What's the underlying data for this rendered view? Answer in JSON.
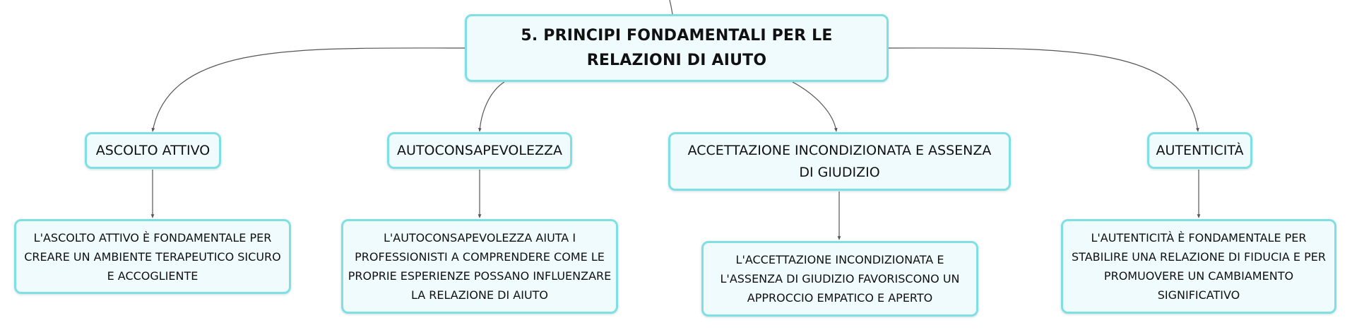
{
  "mindmap": {
    "root": {
      "title": "5. PRINCIPI FONDAMENTALI PER LE RELAZIONI DI AIUTO"
    },
    "branches": [
      {
        "label": "ASCOLTO ATTIVO",
        "detail": "L'ASCOLTO ATTIVO È FONDAMENTALE PER CREARE UN AMBIENTE TERAPEUTICO SICURO E ACCOGLIENTE"
      },
      {
        "label": "AUTOCONSAPEVOLEZZA",
        "detail": "L'AUTOCONSAPEVOLEZZA AIUTA I PROFESSIONISTI A COMPRENDERE COME LE PROPRIE ESPERIENZE POSSANO INFLUENZARE LA RELAZIONE DI AIUTO"
      },
      {
        "label": "ACCETTAZIONE INCONDIZIONATA E ASSENZA DI GIUDIZIO",
        "detail": "L'ACCETTAZIONE INCONDIZIONATA E L'ASSENZA DI GIUDIZIO FAVORISCONO UN APPROCCIO EMPATICO E APERTO"
      },
      {
        "label": "AUTENTICITÀ",
        "detail": "L'AUTENTICITÀ È FONDAMENTALE PER STABILIRE UNA RELAZIONE DI FIDUCIA E PER PROMUOVERE UN CAMBIAMENTO SIGNIFICATIVO"
      }
    ],
    "colors": {
      "node_border": "#7fdfe3",
      "node_fill": "#f0fbfd",
      "connector": "#555555",
      "text": "#111111"
    }
  }
}
